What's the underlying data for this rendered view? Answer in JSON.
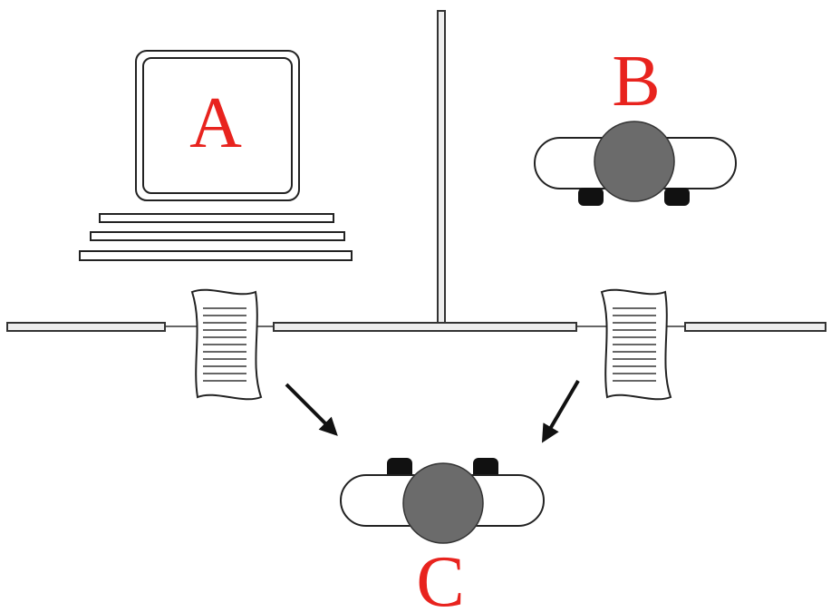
{
  "labels": {
    "a": "A",
    "b": "B",
    "c": "C"
  },
  "colors": {
    "label": "#e8231e",
    "stroke": "#222222",
    "head": "#6b6b6b",
    "shoe": "#111111",
    "wall_fill": "#e9e9e9"
  },
  "icons": {
    "computer": "computer-monitor-icon",
    "person_b": "person-topdown-icon",
    "person_c": "person-topdown-icon",
    "paper_left": "paper-sheet-icon",
    "paper_right": "paper-sheet-icon",
    "arrow_left": "arrow-down-right-icon",
    "arrow_right": "arrow-down-left-icon"
  }
}
